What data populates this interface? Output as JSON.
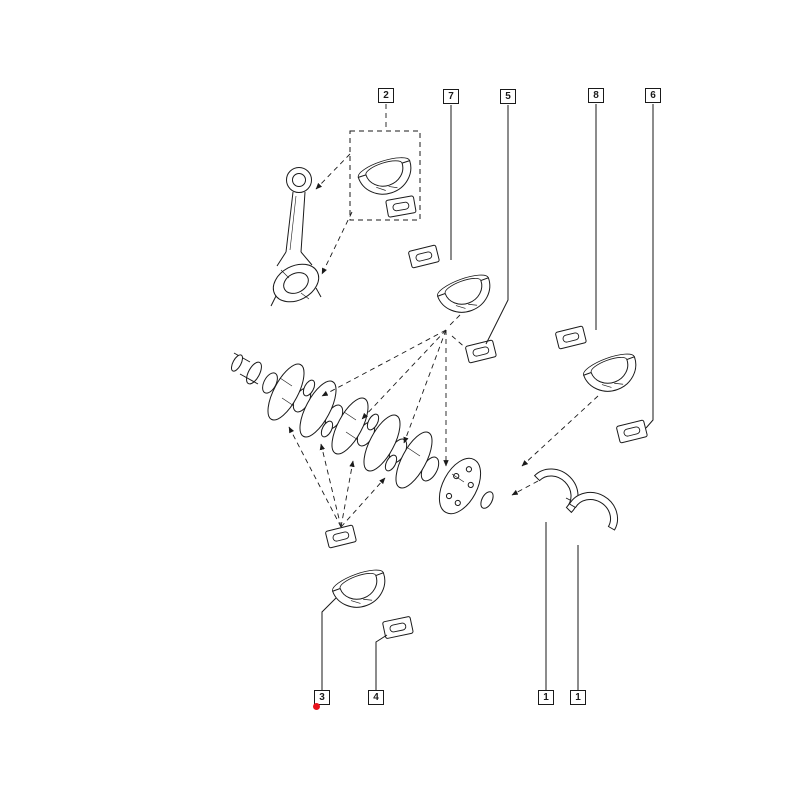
{
  "diagram": {
    "kind": "exploded-parts-diagram",
    "subject": "crankshaft-bearings-and-connecting-rod",
    "colors": {
      "background": "#ffffff",
      "line": "#1a1a1a",
      "selection_dot": "#e8131d"
    },
    "callouts": {
      "top": [
        {
          "label": "2"
        },
        {
          "label": "7"
        },
        {
          "label": "5"
        },
        {
          "label": "8"
        },
        {
          "label": "6"
        }
      ],
      "bottom": [
        {
          "label": "3"
        },
        {
          "label": "4"
        },
        {
          "label": "1"
        },
        {
          "label": "1"
        }
      ]
    },
    "selected_callout": "3"
  }
}
